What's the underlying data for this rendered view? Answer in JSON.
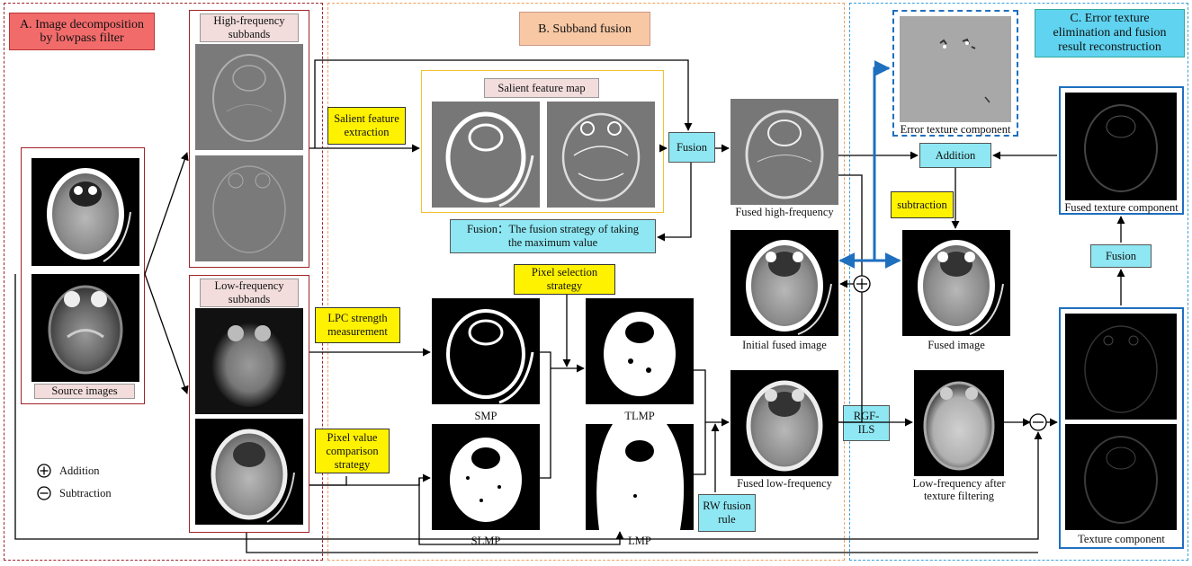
{
  "sections": {
    "a_title": "A. Image decomposition\nby lowpass filter",
    "b_title": "B. Subband fusion",
    "c_title": "C. Error texture\nelimination and fusion\nresult reconstruction"
  },
  "panel_labels": {
    "high_freq_subbands": "High-frequency\nsubbands",
    "low_freq_subbands": "Low-frequency\nsubbands",
    "source_images": "Source images",
    "salient_feature_map": "Salient feature map"
  },
  "step_boxes": {
    "salient_feature_extraction": "Salient feature\nextraction",
    "lpc_strength": "LPC strength\nmeasurement",
    "pixel_value_comparison": "Pixel value\ncomparison\nstrategy",
    "pixel_selection": "Pixel selection\nstrategy",
    "fusion_high": "Fusion",
    "fusion_strategy_note": "Fusion：The fusion strategy of taking\nthe maximum value",
    "rw_fusion_rule": "RW fusion\nrule",
    "rgf_ils": "RGF-\nILS",
    "addition": "Addition",
    "subtraction": "subtraction",
    "fusion_texture": "Fusion"
  },
  "image_captions": {
    "fused_high": "Fused high-frequency",
    "initial_fused": "Initial fused image",
    "fused_low": "Fused low-frequency",
    "smp": "SMP",
    "tlmp": "TLMP",
    "slmp": "SLMP",
    "lmp": "LMP",
    "error_texture": "Error texture component",
    "fused_image": "Fused image",
    "low_after_filter": "Low-frequency after\ntexture filtering",
    "fused_texture": "Fused texture component",
    "texture_component": "Texture component"
  },
  "legend": {
    "addition": "Addition",
    "subtraction": "Subtraction"
  },
  "colors": {
    "section_a": "#a0232a",
    "section_b": "#f0a060",
    "section_c": "#3aa0dc",
    "yellow": "#fff200",
    "cyan": "#8ee7f2",
    "blue_arrow": "#1f6fbf"
  }
}
